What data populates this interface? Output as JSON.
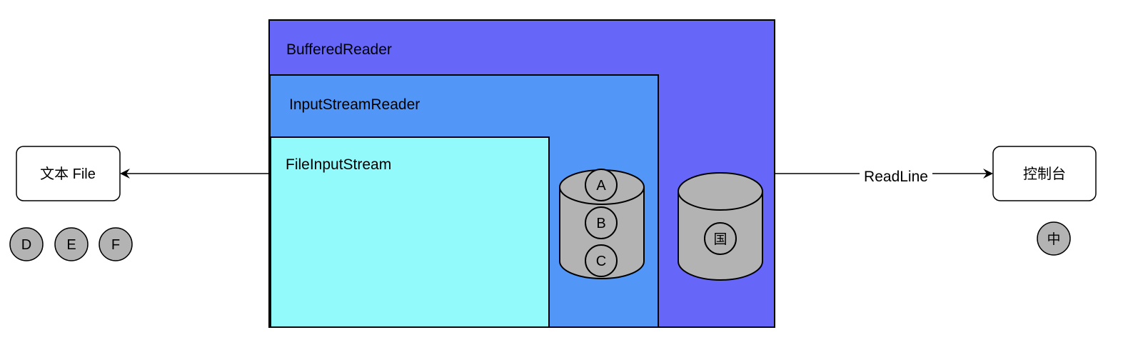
{
  "nodes": {
    "file_box": {
      "label": "文本 File"
    },
    "console_box": {
      "label": "控制台"
    },
    "buffered_reader": {
      "label": "BufferedReader",
      "color": "#6666F9"
    },
    "input_stream_reader": {
      "label": "InputStreamReader",
      "color": "#5297F8"
    },
    "file_input_stream": {
      "label": "FileInputStream",
      "color": "#93FAFB"
    }
  },
  "cylinders": {
    "isr_buffer": {
      "items": [
        "A",
        "B",
        "C"
      ]
    },
    "br_buffer": {
      "items": [
        "国"
      ]
    }
  },
  "loose_chars": {
    "left": [
      "D",
      "E",
      "F"
    ],
    "right": [
      "中"
    ]
  },
  "edges": {
    "to_console": {
      "label": "ReadLine"
    }
  },
  "colors": {
    "cylinder_fill": "#B3B3B3",
    "circle_fill": "#B3B3B3",
    "stroke": "#000000"
  }
}
